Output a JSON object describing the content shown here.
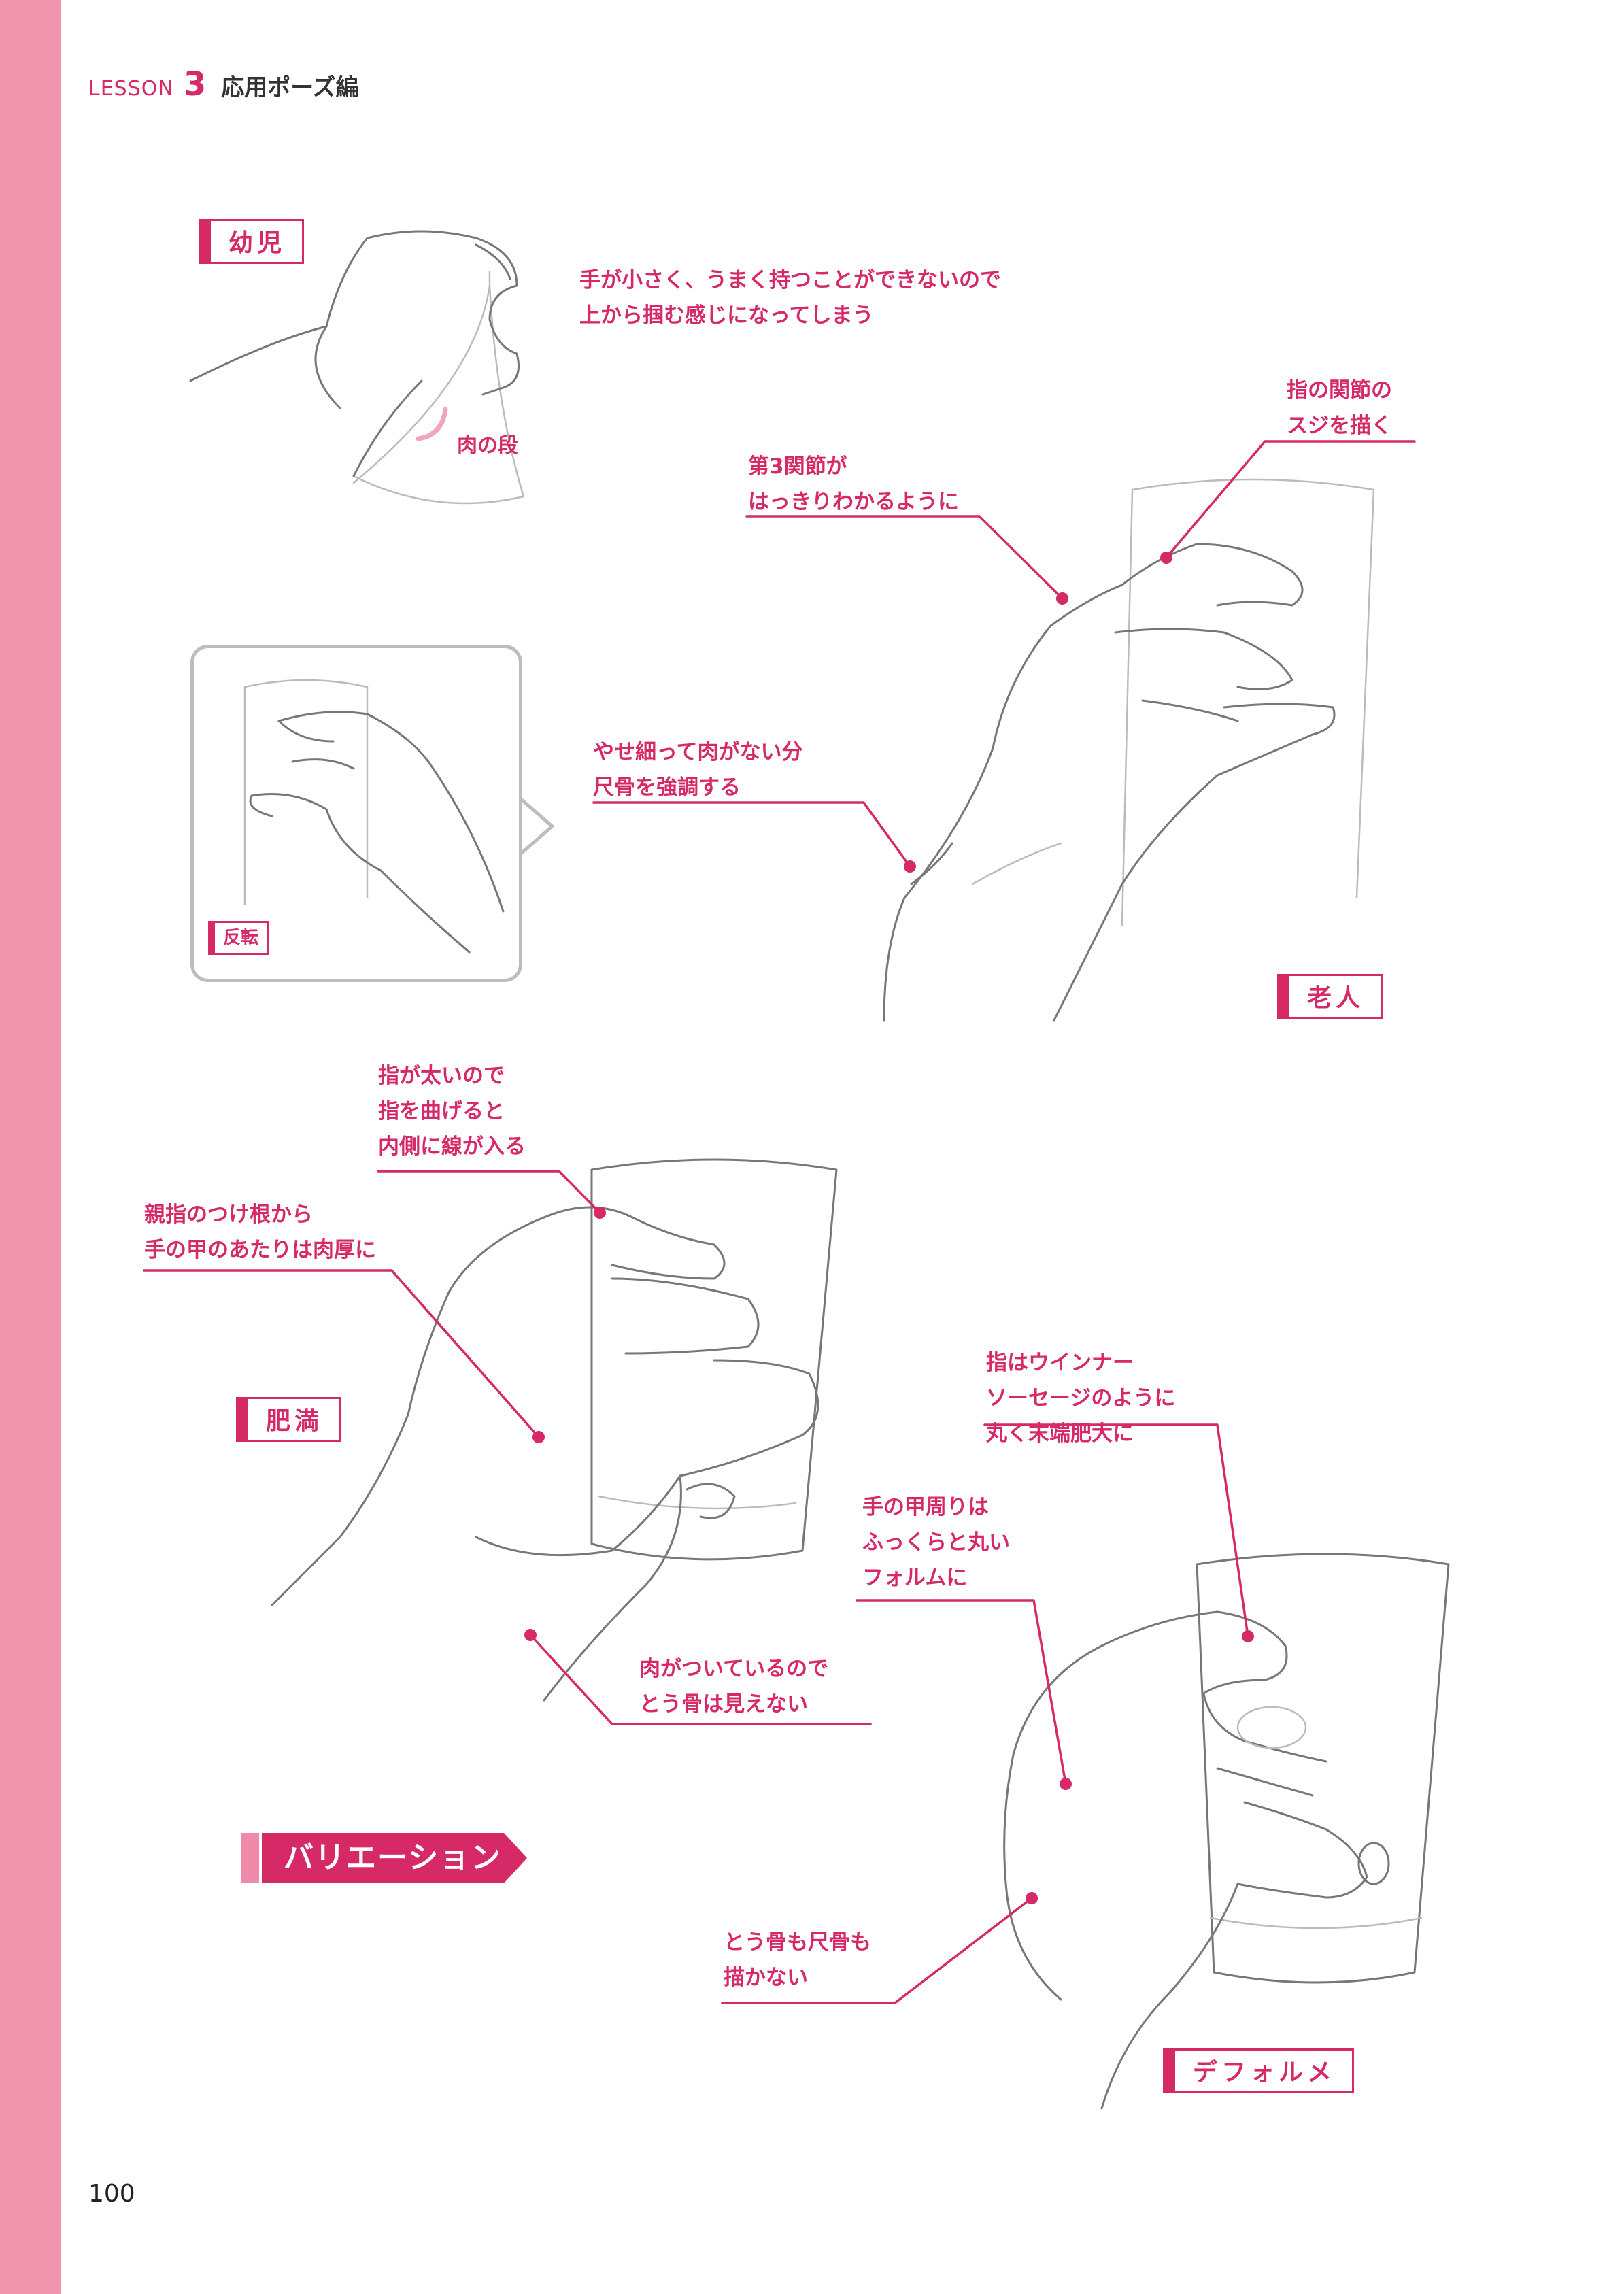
{
  "header": {
    "lesson_word": "LESSON",
    "lesson_number": "3",
    "title": "応用ポーズ編"
  },
  "sections": {
    "infant": {
      "label": "幼児",
      "notes": [
        "手が小さく、うまく持つことができないので",
        "上から掴む感じになってしまう"
      ],
      "meat_fold": "肉の段"
    },
    "elderly": {
      "label": "老人",
      "joint_note": [
        "第3関節が",
        "はっきりわかるように"
      ],
      "tendon_note": [
        "指の関節の",
        "スジを描く"
      ],
      "ulna_note": [
        "やせ細って肉がない分",
        "尺骨を強調する"
      ],
      "reverse_tag": "反転"
    },
    "obese": {
      "label": "肥満",
      "finger_note": [
        "指が太いので",
        "指を曲げると",
        "内側に線が入る"
      ],
      "thumb_note": [
        "親指のつけ根から",
        "手の甲のあたりは肉厚に"
      ],
      "radius_note": [
        "肉がついているので",
        "とう骨は見えない"
      ]
    },
    "variation": {
      "label": "バリエーション"
    },
    "deformed": {
      "label": "デフォルメ",
      "sausage_note": [
        "指はウインナー",
        "ソーセージのように",
        "丸く末端肥大に"
      ],
      "back_note": [
        "手の甲周りは",
        "ふっくらと丸い",
        "フォルムに"
      ],
      "bones_note": [
        "とう骨も尺骨も",
        "描かない"
      ]
    }
  },
  "page_number": "100",
  "colors": {
    "accent": "#d62a66",
    "sidebar": "#ee94ad",
    "frame": "#bdbdbd"
  }
}
